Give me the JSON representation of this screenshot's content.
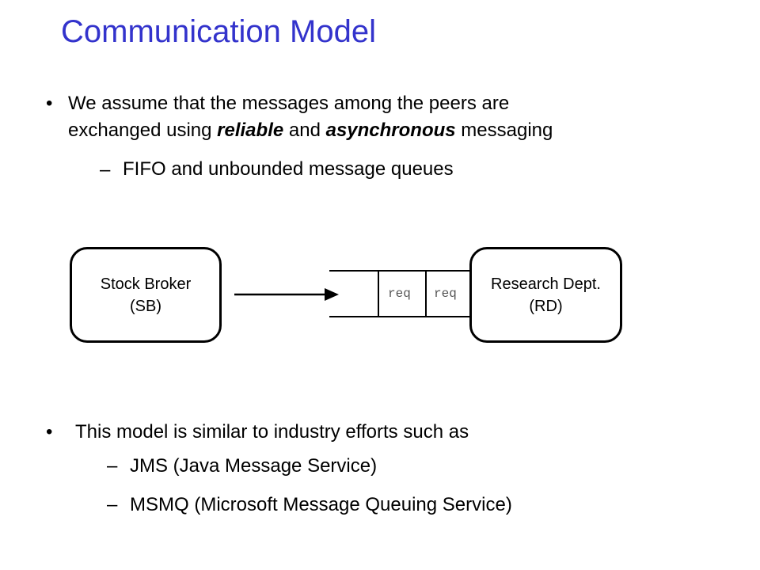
{
  "title": "Communication Model",
  "bullets_top": {
    "main": {
      "line1": "We assume that the messages among the peers are",
      "line2_prefix": "exchanged using ",
      "line2_bold1": "reliable",
      "line2_mid": " and ",
      "line2_bold2": "asynchronous",
      "line2_suffix": " messaging"
    },
    "sub": "FIFO and unbounded message queues"
  },
  "diagram": {
    "sender": {
      "name": "Stock Broker",
      "abbr": "(SB)"
    },
    "receiver": {
      "name": "Research Dept.",
      "abbr": "(RD)"
    },
    "queue_items": [
      "req",
      "req"
    ]
  },
  "bullets_bottom": {
    "main": "This model is similar to industry efforts such as",
    "subs": [
      "JMS (Java Message Service)",
      "MSMQ (Microsoft Message Queuing Service)"
    ]
  },
  "symbols": {
    "bullet": "•",
    "dash": "–"
  }
}
